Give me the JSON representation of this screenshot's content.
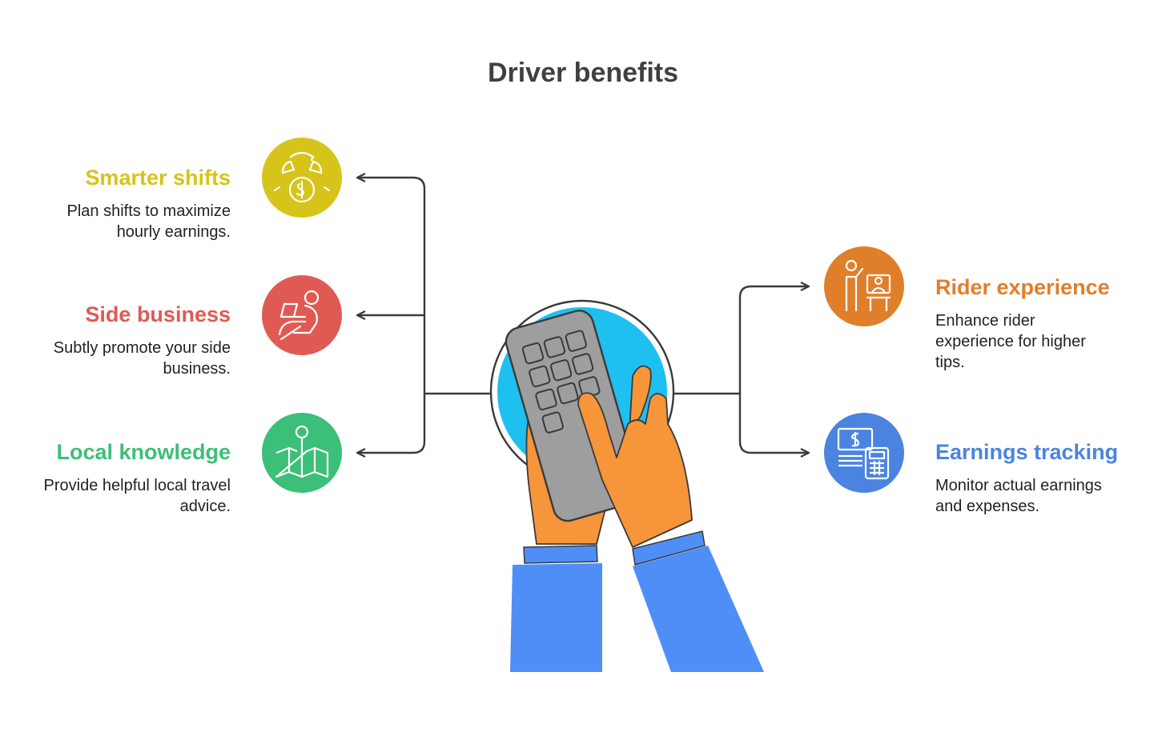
{
  "title": "Driver benefits",
  "left_items": [
    {
      "heading": "Smarter shifts",
      "description": "Plan shifts to maximize hourly earnings.",
      "color": "#D6C41A",
      "icon": "clock-money-icon"
    },
    {
      "heading": "Side business",
      "description": "Subtly promote your side business.",
      "color": "#E05A54",
      "icon": "laptop-person-icon"
    },
    {
      "heading": "Local knowledge",
      "description": "Provide helpful local travel advice.",
      "color": "#3CBF78",
      "icon": "map-pin-icon"
    }
  ],
  "right_items": [
    {
      "heading": "Rider experience",
      "description": "Enhance rider experience for higher tips.",
      "color": "#E07F2A",
      "icon": "presenter-icon"
    },
    {
      "heading": "Earnings tracking",
      "description": "Monitor actual earnings and expenses.",
      "color": "#4A84E0",
      "icon": "cash-calculator-icon"
    }
  ],
  "center_icon": "hands-calculator-icon",
  "colors": {
    "line": "#3a3a3a",
    "center_ring": "#1EC0F0",
    "hand": "#F6953A",
    "sleeve": "#4F8EF7",
    "device": "#9E9E9E"
  }
}
